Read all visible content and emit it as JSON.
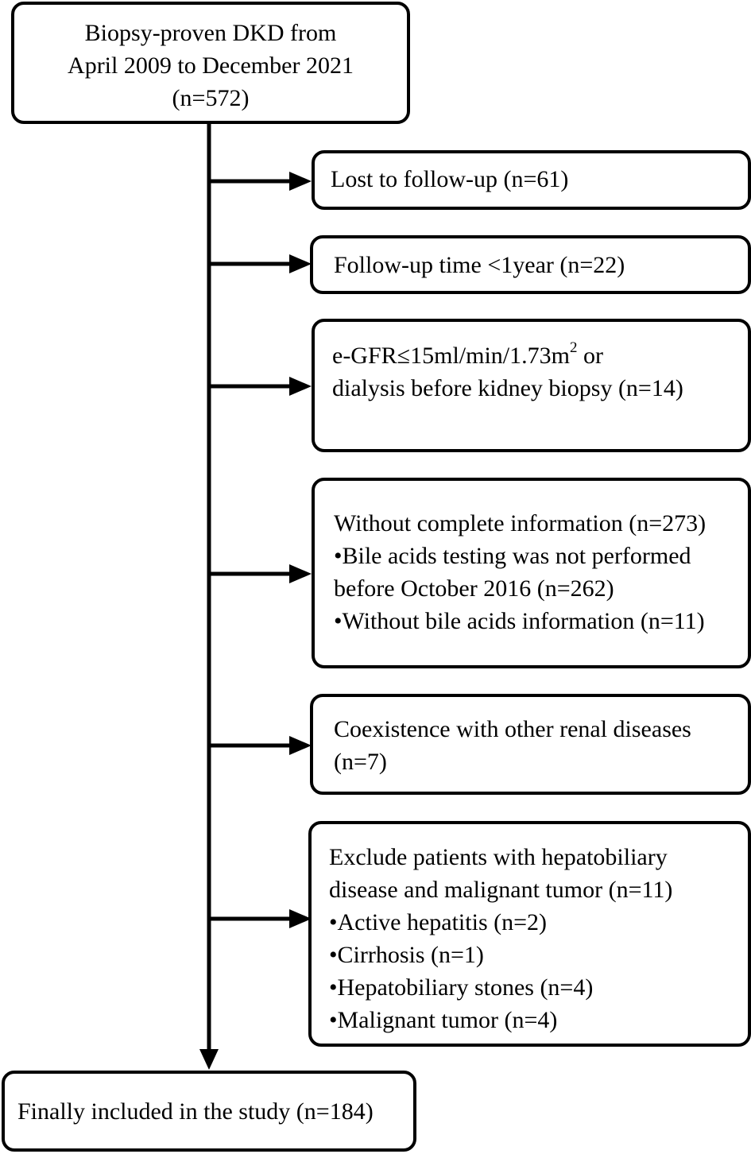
{
  "start": {
    "lines": [
      "Biopsy-proven DKD from",
      "April 2009 to December 2021",
      "(n=572)"
    ]
  },
  "exclusions": {
    "lost": "Lost to follow-up (n=61)",
    "short_followup": "Follow-up time <1year (n=22)",
    "egfr": {
      "prefix": "e-GFR≤15ml/min/1.73m",
      "sup": "2",
      "suffix": " or",
      "line2": "dialysis before kidney biopsy (n=14)"
    },
    "incomplete": {
      "lines": [
        "Without complete information (n=273)",
        "•Bile acids testing was not performed",
        "before October 2016 (n=262)",
        "•Without bile acids information (n=11)"
      ]
    },
    "renal": {
      "lines": [
        "Coexistence with other renal diseases",
        "(n=7)"
      ]
    },
    "hepatobiliary": {
      "lines": [
        "Exclude patients with hepatobiliary",
        "disease and malignant tumor (n=11)",
        "•Active hepatitis (n=2)",
        "•Cirrhosis (n=1)",
        "•Hepatobiliary stones (n=4)",
        "•Malignant tumor (n=4)"
      ]
    }
  },
  "final": "Finally included in the study (n=184)"
}
